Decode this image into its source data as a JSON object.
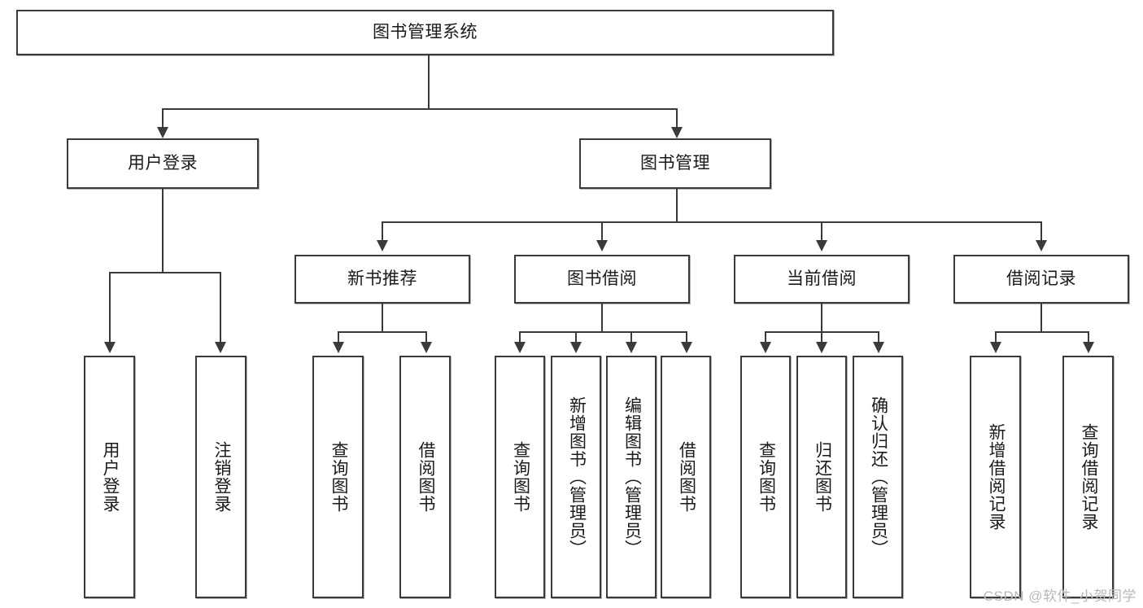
{
  "diagram": {
    "title": "图书管理系统",
    "type": "tree-hierarchy",
    "root": {
      "label": "图书管理系统"
    },
    "level2": [
      {
        "label": "用户登录"
      },
      {
        "label": "图书管理"
      }
    ],
    "level3": [
      {
        "label": "新书推荐"
      },
      {
        "label": "图书借阅"
      },
      {
        "label": "当前借阅"
      },
      {
        "label": "借阅记录"
      }
    ],
    "leaves": {
      "user_login": [
        {
          "label": "用户登录"
        },
        {
          "label": "注销登录"
        }
      ],
      "new_book_recommend": [
        {
          "label": "查询图书"
        },
        {
          "label": "借阅图书"
        }
      ],
      "book_borrow": [
        {
          "label": "查询图书"
        },
        {
          "label": "新增图书（管理员）"
        },
        {
          "label": "编辑图书（管理员）"
        },
        {
          "label": "借阅图书"
        }
      ],
      "current_borrow": [
        {
          "label": "查询图书"
        },
        {
          "label": "归还图书"
        },
        {
          "label": "确认归还（管理员）"
        }
      ],
      "borrow_record": [
        {
          "label": "新增借阅记录"
        },
        {
          "label": "查询借阅记录"
        }
      ]
    }
  },
  "watermark": {
    "text": "CSDN @软件_小贺同学"
  },
  "colors": {
    "stroke": "#3a3a3a",
    "background": "#ffffff",
    "text": "#1a1a1a",
    "watermark": "#b9b9b9"
  }
}
